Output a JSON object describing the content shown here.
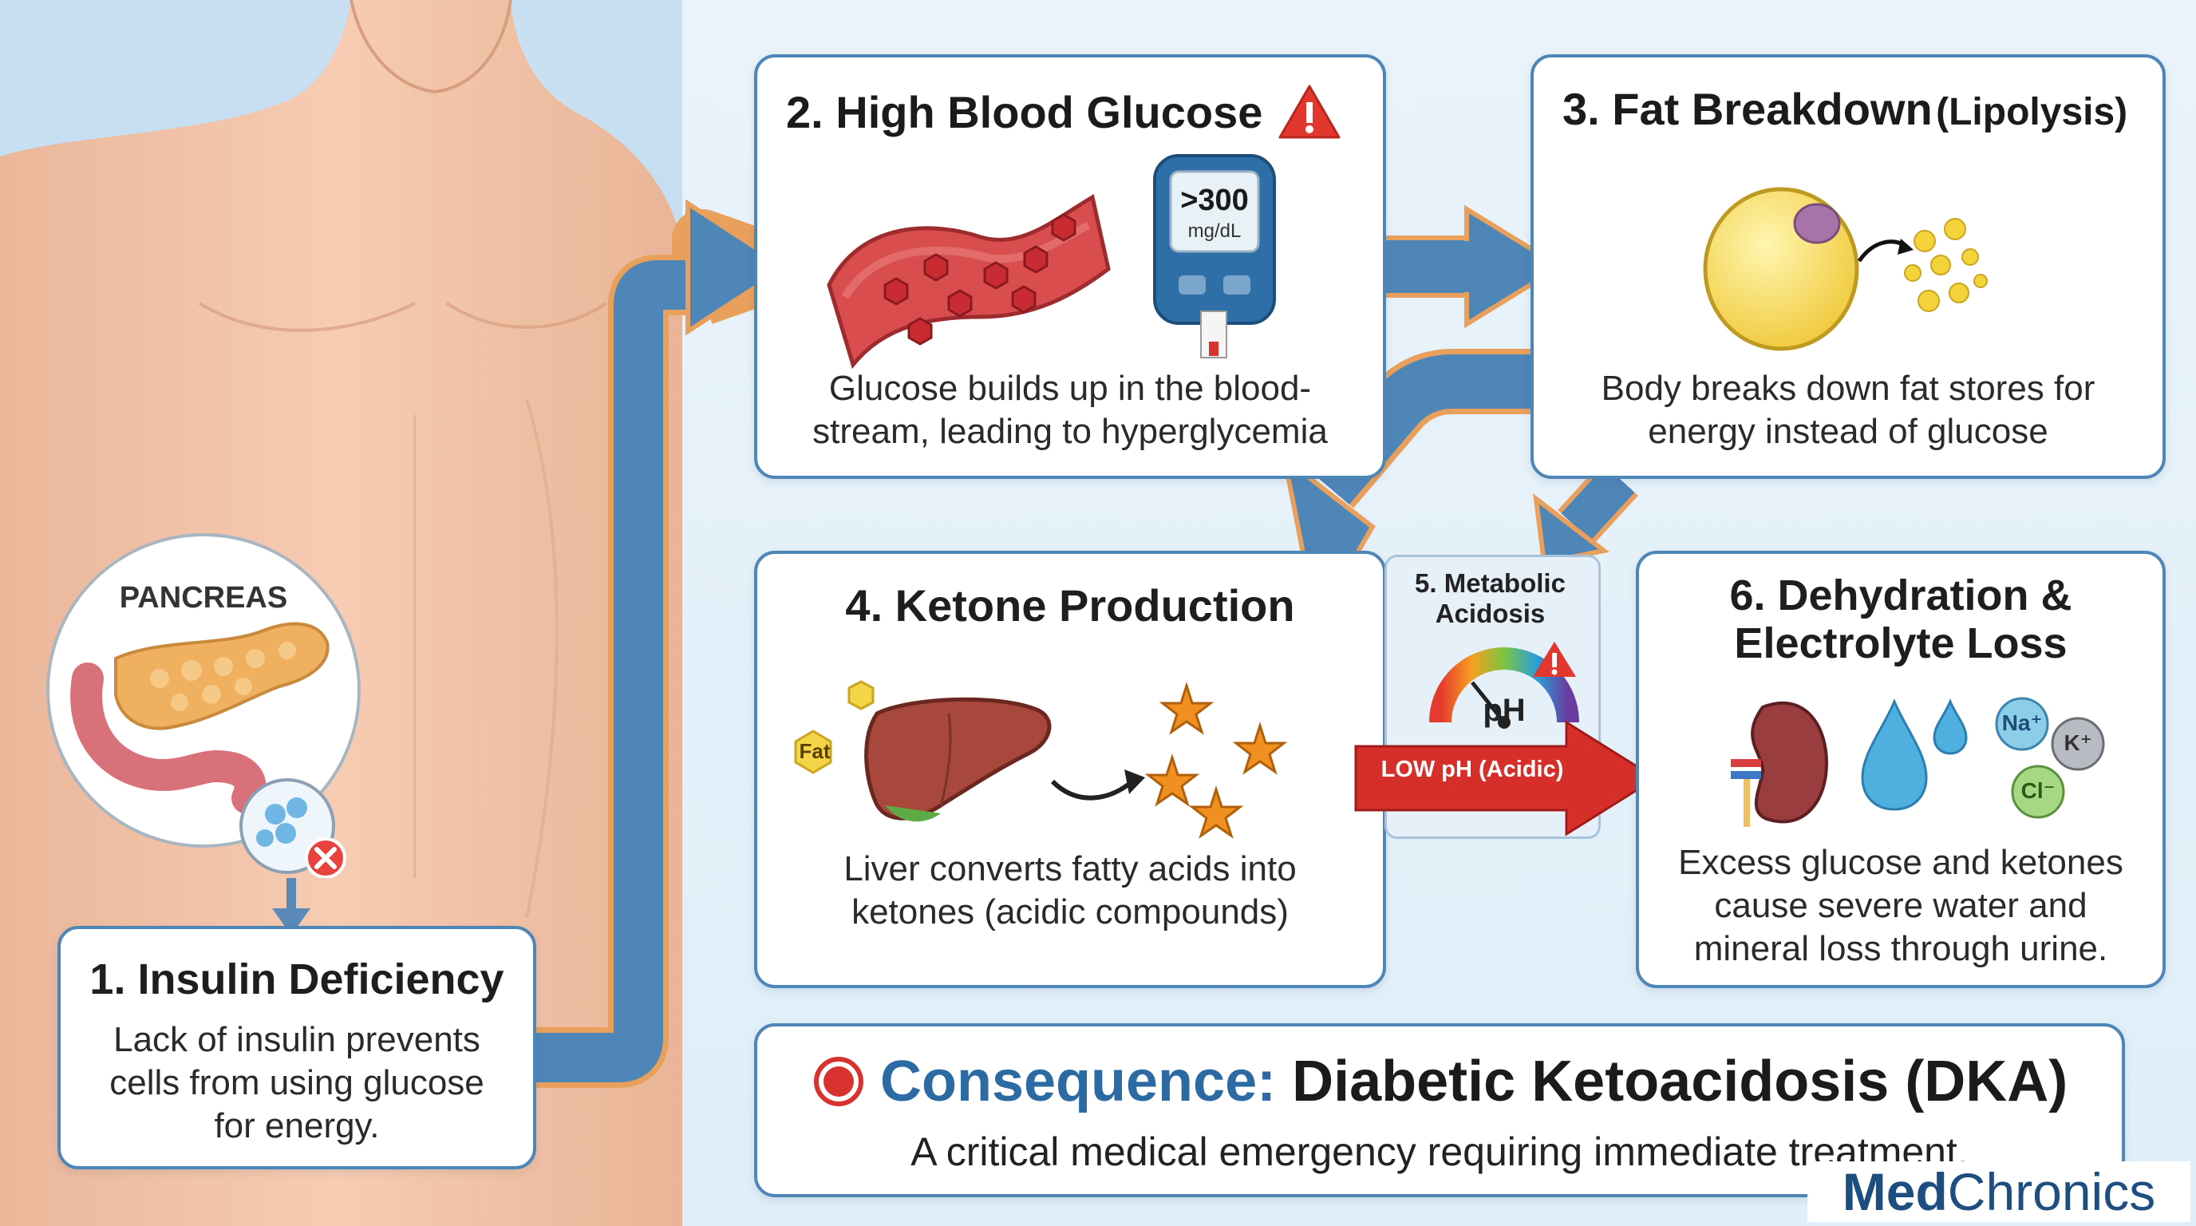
{
  "pancreas": {
    "label": "PANCREAS"
  },
  "step1": {
    "title": "1. Insulin Deficiency",
    "description": "Lack of insulin prevents cells from using glucose for energy."
  },
  "step2": {
    "title": "2. High Blood Glucose",
    "meter_value": ">300",
    "meter_unit": "mg/dL",
    "description": "Glucose builds up in the blood-stream, leading to hyperglycemia"
  },
  "step3": {
    "title": "3. Fat Breakdown",
    "title_suffix": "(Lipolysis)",
    "description": "Body breaks down fat stores for energy instead of glucose"
  },
  "step4": {
    "title": "4. Ketone Production",
    "fat_label": "Fat",
    "description": "Liver converts fatty acids into ketones (acidic compounds)"
  },
  "step5": {
    "title": "5. Metabolic Acidosis",
    "ph_label": "pH",
    "arrow_label": "LOW pH (Acidic)"
  },
  "step6": {
    "title": "6. Dehydration & Electrolyte Loss",
    "ions": {
      "sodium": "Na⁺",
      "potassium": "K⁺",
      "chloride": "Cl⁻"
    },
    "description": "Excess glucose and ketones cause severe water and mineral loss through urine."
  },
  "consequence": {
    "label": "Consequence:",
    "title": "Diabetic Ketoacidosis (DKA)",
    "description": "A critical medical emergency requiring immediate treatment."
  },
  "brand": {
    "part1": "Med",
    "part2": "Chronics"
  },
  "colors": {
    "arrow_blue": "#4e86b8",
    "arrow_outline": "#e8a05c",
    "card_border": "#4e86b8",
    "consequence_blue": "#2b6aa2",
    "alert_red": "#d8322f",
    "brand_blue": "#1c4f80"
  }
}
